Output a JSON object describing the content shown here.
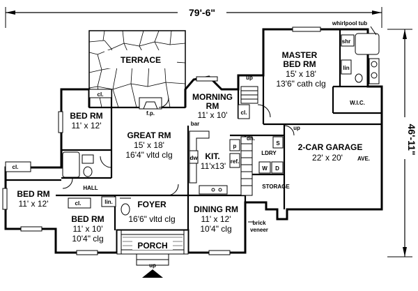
{
  "dimensions": {
    "width_total": "79'-6\"",
    "depth_total": "46'-11\""
  },
  "rooms": {
    "terrace": {
      "name": "TERRACE"
    },
    "master": {
      "name": "MASTER",
      "name2": "BED RM",
      "size": "15' x 18'",
      "ceiling": "13'6\" cath clg"
    },
    "morning": {
      "name": "MORNING",
      "name2": "RM",
      "size": "11' x 10'"
    },
    "bed_top": {
      "name": "BED RM",
      "size": "11' x 12'"
    },
    "great": {
      "name": "GREAT RM",
      "size": "15' x 18'",
      "ceiling": "16'4\" vltd clg"
    },
    "kit": {
      "name": "KIT.",
      "size": "11'x13'"
    },
    "garage": {
      "name": "2-CAR GARAGE",
      "size": "22' x 20'",
      "size_note": "AVE."
    },
    "bed_left": {
      "name": "BED RM",
      "size": "11' x 12'"
    },
    "bed_bottom": {
      "name": "BED RM",
      "size": "11' x 10'",
      "ceiling": "10'4\" clg"
    },
    "foyer": {
      "name": "FOYER",
      "ceiling": "16'6\" vltd clg"
    },
    "dining": {
      "name": "DINING RM",
      "size": "11' x 12'",
      "ceiling": "10'4\" clg"
    },
    "porch": {
      "name": "PORCH"
    }
  },
  "labels": {
    "whirlpool": "whirlpool tub",
    "shr": "shr",
    "lin_master": "lin",
    "wic": "W.I.C.",
    "cl_top": "cl.",
    "fp": "f.p.",
    "up_top": "up",
    "cl_morning": "cl.",
    "bar": "bar",
    "dn": "dn.",
    "up_garage": "up",
    "p": "p",
    "ref": "ref.",
    "dw": "dw",
    "ldry": "LDRY",
    "s": "S",
    "w": "W",
    "d": "D",
    "cl_left": "cl.",
    "hall": "HALL",
    "cl_bottom": "cl.",
    "lin_hall": "lin.",
    "storage": "STORAGE",
    "brick": "brick",
    "veneer": "veneer",
    "up_porch": "up"
  }
}
